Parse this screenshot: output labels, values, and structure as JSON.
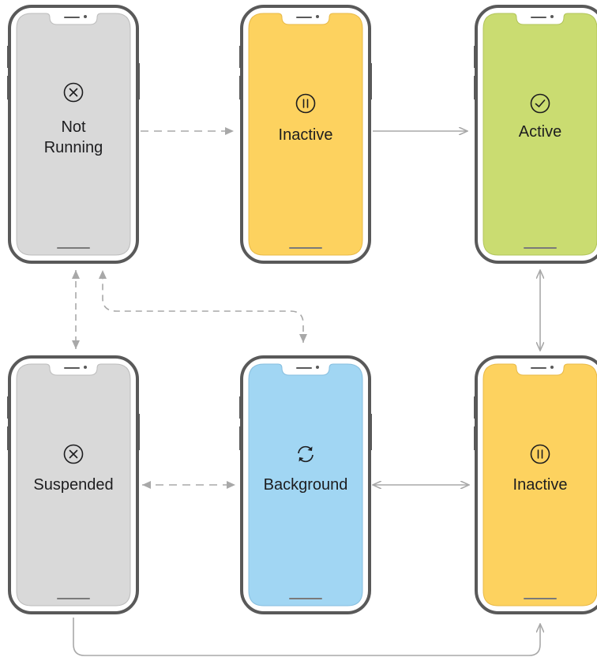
{
  "colors": {
    "not_running": "#d9d9d9",
    "inactive": "#fdd25f",
    "active": "#cadc71",
    "background": "#a1d6f3",
    "suspended": "#d9d9d9",
    "frame": "#595959",
    "arrow": "#a8a8a8"
  },
  "states": {
    "not_running": {
      "label": "Not\nRunning",
      "icon": "x-circle-icon"
    },
    "inactive_top": {
      "label": "Inactive",
      "icon": "pause-circle-icon"
    },
    "active": {
      "label": "Active",
      "icon": "check-circle-icon"
    },
    "suspended": {
      "label": "Suspended",
      "icon": "x-circle-icon"
    },
    "background": {
      "label": "Background",
      "icon": "refresh-icon"
    },
    "inactive_bottom": {
      "label": "Inactive",
      "icon": "pause-circle-icon"
    }
  }
}
